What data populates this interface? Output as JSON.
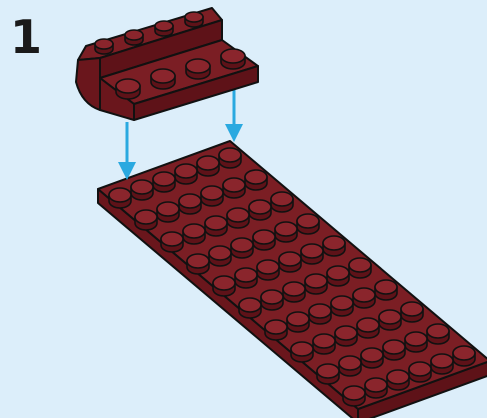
{
  "step": {
    "number": "1"
  },
  "colors": {
    "background": "#dceefa",
    "brick_top": "#7b1e24",
    "brick_side": "#5e1218",
    "brick_front": "#6a161c",
    "stud_top": "#8a252c",
    "outline": "#111111",
    "arrow": "#2aa9e0"
  },
  "parts": {
    "top_piece": {
      "description_icon": "inverted-slope-brick-2x4-icon",
      "studs_front_row": 4,
      "studs_back_row": 4
    },
    "base_plate": {
      "description_icon": "plate-6x10-icon",
      "stud_columns": 6,
      "stud_rows": 10
    },
    "arrows": {
      "count": 2,
      "icon": "down-arrow-icon"
    }
  }
}
